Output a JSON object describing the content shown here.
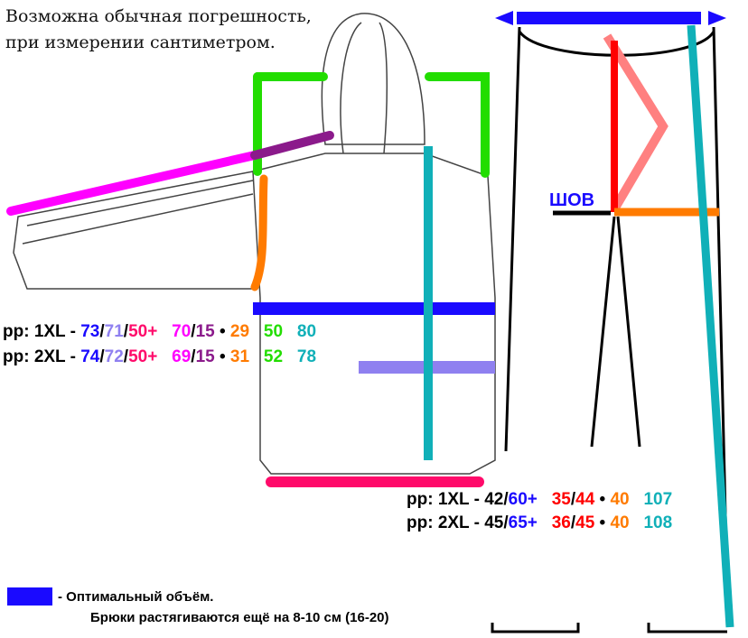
{
  "note": [
    "Возможна обычная погрешность,",
    "при измерении сантиметром."
  ],
  "seam_label": "ШОВ",
  "colors": {
    "blue": "#1a0aff",
    "lavender": "#8f80f0",
    "pink": "#ff0a6a",
    "magenta": "#ff00ff",
    "purple": "#8b1a8b",
    "orange": "#ff7b00",
    "green": "#22dd00",
    "teal": "#10b0b8",
    "red": "#ff0000"
  },
  "jacket_rows": [
    {
      "prefix": "рр: 1XL - ",
      "parts": [
        {
          "t": "73",
          "c": "#1a0aff"
        },
        {
          "t": "/",
          "c": "#000"
        },
        {
          "t": "71",
          "c": "#8f80f0"
        },
        {
          "t": "/",
          "c": "#000"
        },
        {
          "t": "50+",
          "c": "#ff0a6a"
        },
        {
          "t": "   70",
          "c": "#ff00ff"
        },
        {
          "t": "/",
          "c": "#000"
        },
        {
          "t": "15",
          "c": "#8b1a8b"
        },
        {
          "t": " • ",
          "c": "#000"
        },
        {
          "t": "29",
          "c": "#ff7b00"
        },
        {
          "t": "   50",
          "c": "#22dd00"
        },
        {
          "t": "   80",
          "c": "#10b0b8"
        }
      ]
    },
    {
      "prefix": "рр: 2XL - ",
      "parts": [
        {
          "t": "74",
          "c": "#1a0aff"
        },
        {
          "t": "/",
          "c": "#000"
        },
        {
          "t": "72",
          "c": "#8f80f0"
        },
        {
          "t": "/",
          "c": "#000"
        },
        {
          "t": "50+",
          "c": "#ff0a6a"
        },
        {
          "t": "   69",
          "c": "#ff00ff"
        },
        {
          "t": "/",
          "c": "#000"
        },
        {
          "t": "15",
          "c": "#8b1a8b"
        },
        {
          "t": " • ",
          "c": "#000"
        },
        {
          "t": "31",
          "c": "#ff7b00"
        },
        {
          "t": "   52",
          "c": "#22dd00"
        },
        {
          "t": "   78",
          "c": "#10b0b8"
        }
      ]
    }
  ],
  "pants_rows": [
    {
      "prefix": "рр: 1XL - 42/",
      "parts": [
        {
          "t": "60+",
          "c": "#1a0aff"
        },
        {
          "t": "   35",
          "c": "#ff0000"
        },
        {
          "t": "/",
          "c": "#000"
        },
        {
          "t": "44",
          "c": "#ff0000"
        },
        {
          "t": " • ",
          "c": "#000"
        },
        {
          "t": "40",
          "c": "#ff7b00"
        },
        {
          "t": "   107",
          "c": "#10b0b8"
        }
      ]
    },
    {
      "prefix": "рр: 2XL - 45/",
      "parts": [
        {
          "t": "65+",
          "c": "#1a0aff"
        },
        {
          "t": "   36",
          "c": "#ff0000"
        },
        {
          "t": "/",
          "c": "#000"
        },
        {
          "t": "45",
          "c": "#ff0000"
        },
        {
          "t": " • ",
          "c": "#000"
        },
        {
          "t": "40",
          "c": "#ff7b00"
        },
        {
          "t": "   108",
          "c": "#10b0b8"
        }
      ]
    }
  ],
  "legend": {
    "label": "- Оптимальный объём.",
    "note": "Брюки растягиваются ещё на 8-10 см (16-20)"
  }
}
